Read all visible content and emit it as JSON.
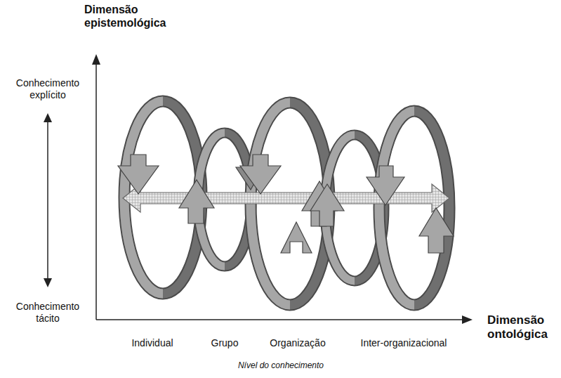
{
  "diagram": {
    "labels": [
      "Dimensão epistemológica",
      "Conhecimento explícito",
      "Conhecimento tácito",
      "Individual",
      "Grupo",
      "Organização",
      "Inter-organizacional",
      "Dimensão ontológica",
      "Nível do conhecimento"
    ]
  }
}
